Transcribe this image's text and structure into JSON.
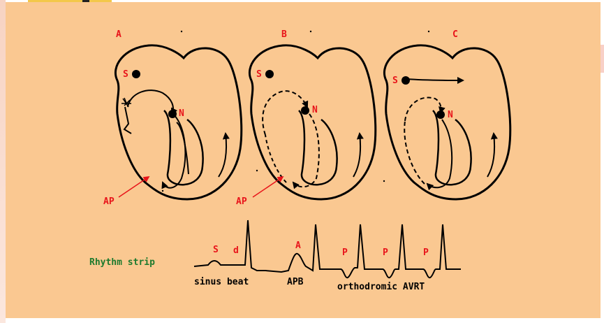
{
  "panels": [
    {
      "letter": "A",
      "sa_label": "S",
      "av_label": "N",
      "ap_label": "AP"
    },
    {
      "letter": "B",
      "sa_label": "S",
      "av_label": "N",
      "ap_label": "AP"
    },
    {
      "letter": "C",
      "sa_label": "S",
      "av_label": "N"
    }
  ],
  "rhythm": {
    "title": "Rhythm strip",
    "markers": {
      "s": "S",
      "d": "d",
      "apb": "A",
      "p1": "P",
      "p2": "P",
      "p3": "P"
    },
    "captions": {
      "sinus": "sinus beat",
      "apb": "APB",
      "avrt": "orthodromic AVRT"
    }
  },
  "colors": {
    "background": "#fac891",
    "label_red": "#e8141a",
    "rhythm_title": "#1e7a2e"
  }
}
